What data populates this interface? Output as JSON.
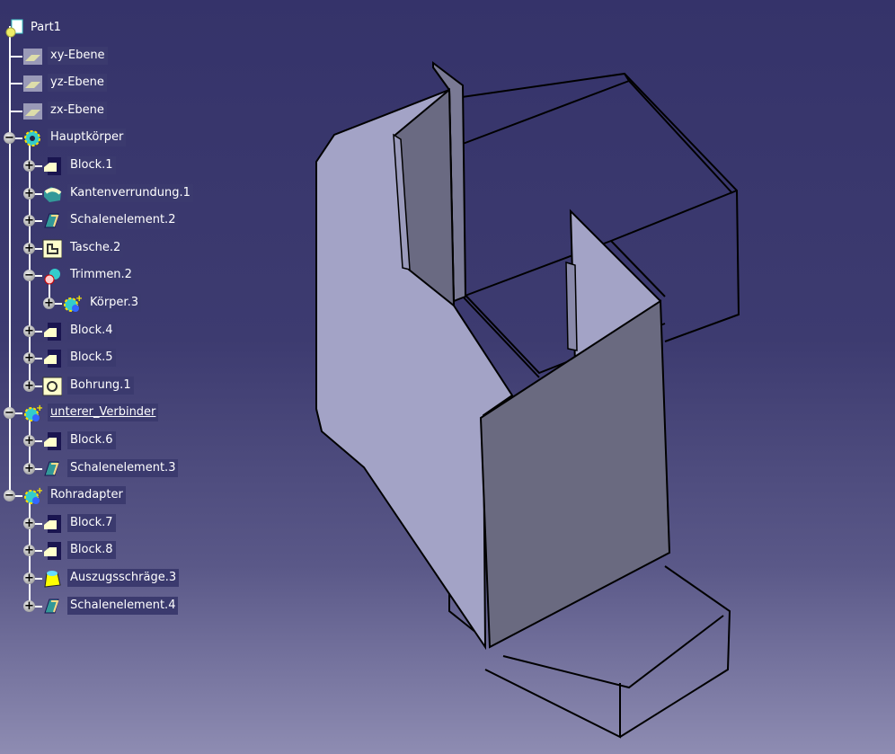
{
  "tree": {
    "items": [
      {
        "label": "Part1",
        "level": 0,
        "icon": "part-icon",
        "expander": "none"
      },
      {
        "label": "xy-Ebene",
        "level": 1,
        "icon": "plane-icon",
        "expander": "none"
      },
      {
        "label": "yz-Ebene",
        "level": 1,
        "icon": "plane-icon",
        "expander": "none"
      },
      {
        "label": "zx-Ebene",
        "level": 1,
        "icon": "plane-icon",
        "expander": "none"
      },
      {
        "label": "Hauptkörper",
        "level": 1,
        "icon": "body-icon",
        "expander": "minus"
      },
      {
        "label": "Block.1",
        "level": 2,
        "icon": "pad-icon",
        "expander": "plus"
      },
      {
        "label": "Kantenverrundung.1",
        "level": 2,
        "icon": "edge-fillet-icon",
        "expander": "plus"
      },
      {
        "label": "Schalenelement.2",
        "level": 2,
        "icon": "shell-icon",
        "expander": "plus"
      },
      {
        "label": "Tasche.2",
        "level": 2,
        "icon": "pocket-icon",
        "expander": "plus"
      },
      {
        "label": "Trimmen.2",
        "level": 2,
        "icon": "trim-icon",
        "expander": "minus"
      },
      {
        "label": "Körper.3",
        "level": 3,
        "icon": "body-plus-icon",
        "expander": "plus"
      },
      {
        "label": "Block.4",
        "level": 2,
        "icon": "pad-icon",
        "expander": "plus"
      },
      {
        "label": "Block.5",
        "level": 2,
        "icon": "pad-icon",
        "expander": "plus"
      },
      {
        "label": "Bohrung.1",
        "level": 2,
        "icon": "hole-icon",
        "expander": "plus"
      },
      {
        "label": "unterer_Verbinder",
        "level": 1,
        "icon": "body-plus-icon",
        "expander": "minus",
        "underline": true
      },
      {
        "label": "Block.6",
        "level": 2,
        "icon": "pad-icon",
        "expander": "plus"
      },
      {
        "label": "Schalenelement.3",
        "level": 2,
        "icon": "shell-icon",
        "expander": "plus"
      },
      {
        "label": "Rohradapter",
        "level": 1,
        "icon": "body-plus-icon",
        "expander": "minus"
      },
      {
        "label": "Block.7",
        "level": 2,
        "icon": "pad-icon",
        "expander": "plus"
      },
      {
        "label": "Block.8",
        "level": 2,
        "icon": "pad-icon",
        "expander": "plus"
      },
      {
        "label": "Auszugsschräge.3",
        "level": 2,
        "icon": "draft-icon",
        "expander": "plus"
      },
      {
        "label": "Schalenelement.4",
        "level": 2,
        "icon": "shell-icon",
        "expander": "plus"
      }
    ]
  },
  "colors": {
    "panel_light": "#a3a3c6",
    "panel_dark": "#6a6a80",
    "edge": "#000000"
  }
}
